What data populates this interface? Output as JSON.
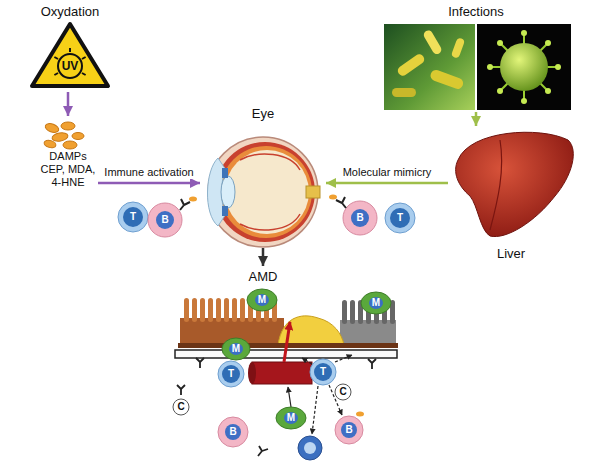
{
  "diagram": {
    "nodes": [
      {
        "text": [
          "Oxydation",
          "UV"
        ]
      },
      {
        "text": [
          "DAMPs CEP, MDA, 4-HNE"
        ]
      },
      {
        "text": [
          "Eye"
        ]
      },
      {
        "text": [
          "Infections"
        ]
      },
      {
        "text": [
          "Liver"
        ]
      },
      {
        "text": [
          "AMD"
        ]
      }
    ],
    "edges": [
      {
        "from": 0,
        "to": 1,
        "arrow": "to"
      },
      {
        "from": 1,
        "to": 2,
        "label": "Immune activation",
        "arrow": "to"
      },
      {
        "from": 3,
        "to": 4,
        "arrow": "to"
      },
      {
        "from": 4,
        "to": 2,
        "label": "Molecular mimicry",
        "arrow": "to"
      },
      {
        "from": 2,
        "to": 5,
        "arrow": "to"
      }
    ],
    "labels": [
      "T",
      "B",
      "B",
      "T",
      "M",
      "M",
      "C",
      "M",
      "T",
      "T",
      "C",
      "M",
      "B",
      "B"
    ]
  }
}
